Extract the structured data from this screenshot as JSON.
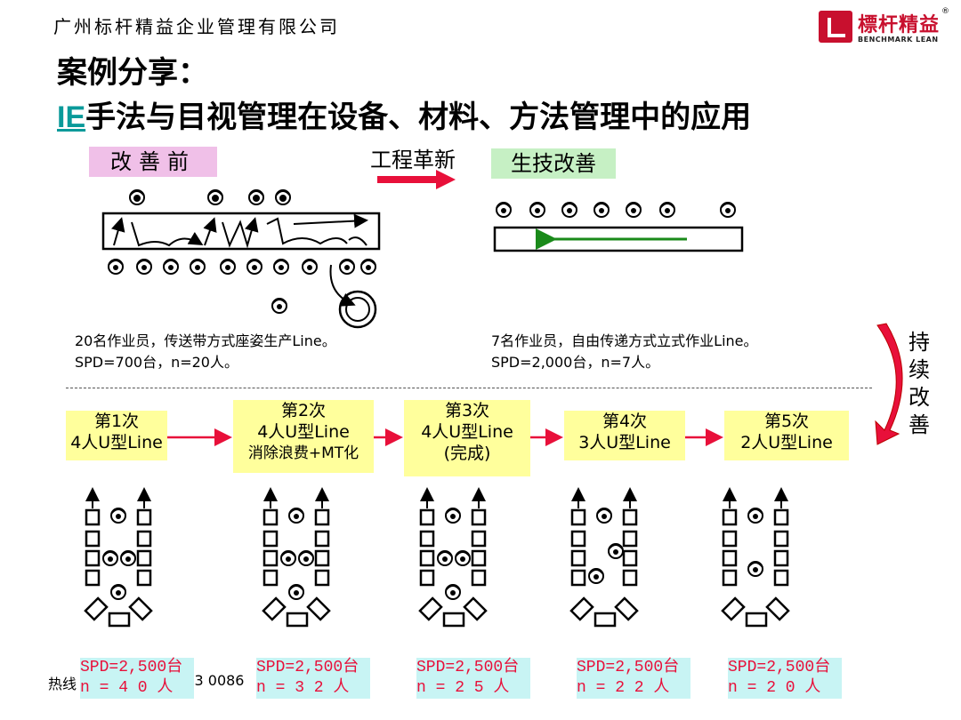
{
  "header": {
    "company": "广州标杆精益企业管理有限公司",
    "logo_cn": "標杆精益",
    "logo_en": "BENCHMARK LEAN",
    "logo_reg": "®"
  },
  "title": {
    "line1": "案例分享：",
    "ie": "IE",
    "line2_rest": "手法与目视管理在设备、材料、方法管理中的应用"
  },
  "before": {
    "label": "改善前",
    "desc1": "20名作业员，传送带方式座姿生产Line。",
    "desc2": "SPD=700台，n=20人。"
  },
  "transition": {
    "label": "工程革新"
  },
  "after": {
    "label": "生技改善",
    "desc1": "7名作业员，自由传递方式立式作业Line。",
    "desc2": "SPD=2,000台，n=7人。"
  },
  "continuous": {
    "chars": [
      "持",
      "续",
      "改",
      "善"
    ]
  },
  "stages": [
    {
      "line1": "第1次",
      "line2": "4人U型Line",
      "line3": "",
      "spd": "SPD=2,500台",
      "n": "n = 4 0 人"
    },
    {
      "line1": "第2次",
      "line2": "4人U型Line",
      "line3": "消除浪费+MT化",
      "spd": "SPD=2,500台",
      "n": "n = 3 2 人"
    },
    {
      "line1": "第3次",
      "line2": "4人U型Line",
      "line3": "(完成)",
      "spd": "SPD=2,500台",
      "n": "n = 2 5 人"
    },
    {
      "line1": "第4次",
      "line2": "3人U型Line",
      "line3": "",
      "spd": "SPD=2,500台",
      "n": "n = 2 2 人"
    },
    {
      "line1": "第5次",
      "line2": "2人U型Line",
      "line3": "",
      "spd": "SPD=2,500台",
      "n": "n = 2 0 人"
    }
  ],
  "footer": {
    "hotline_prefix": "热线",
    "hotline_number": "?3  0086"
  },
  "colors": {
    "before_tag": "#f0c0e8",
    "after_tag": "#c6f0c4",
    "stage_box": "#ffff9c",
    "spd_box": "#c8f4f4",
    "accent_red": "#e8103a",
    "ie_teal": "#0a9a9a"
  }
}
